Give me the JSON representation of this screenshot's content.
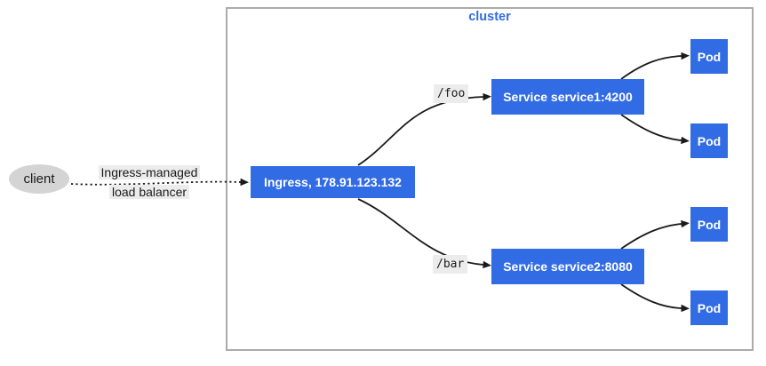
{
  "diagram": {
    "cluster": {
      "label": "cluster"
    },
    "nodes": {
      "client": "client",
      "load_balancer": {
        "line1": "Ingress-managed",
        "line2": "load balancer"
      },
      "ingress": "Ingress, 178.91.123.132",
      "service1": "Service service1:4200",
      "service2": "Service service2:8080",
      "pods": [
        "Pod",
        "Pod",
        "Pod",
        "Pod"
      ]
    },
    "edge_labels": {
      "foo": "/foo",
      "bar": "/bar"
    },
    "colors": {
      "node_fill": "#326ce5",
      "node_text": "#ffffff",
      "cluster_border": "#ababab",
      "cluster_label": "#326ce5",
      "edge_stroke": "#1a1a1a",
      "edge_label_bg": "#ececec",
      "client_fill": "#d4d4d4"
    }
  }
}
